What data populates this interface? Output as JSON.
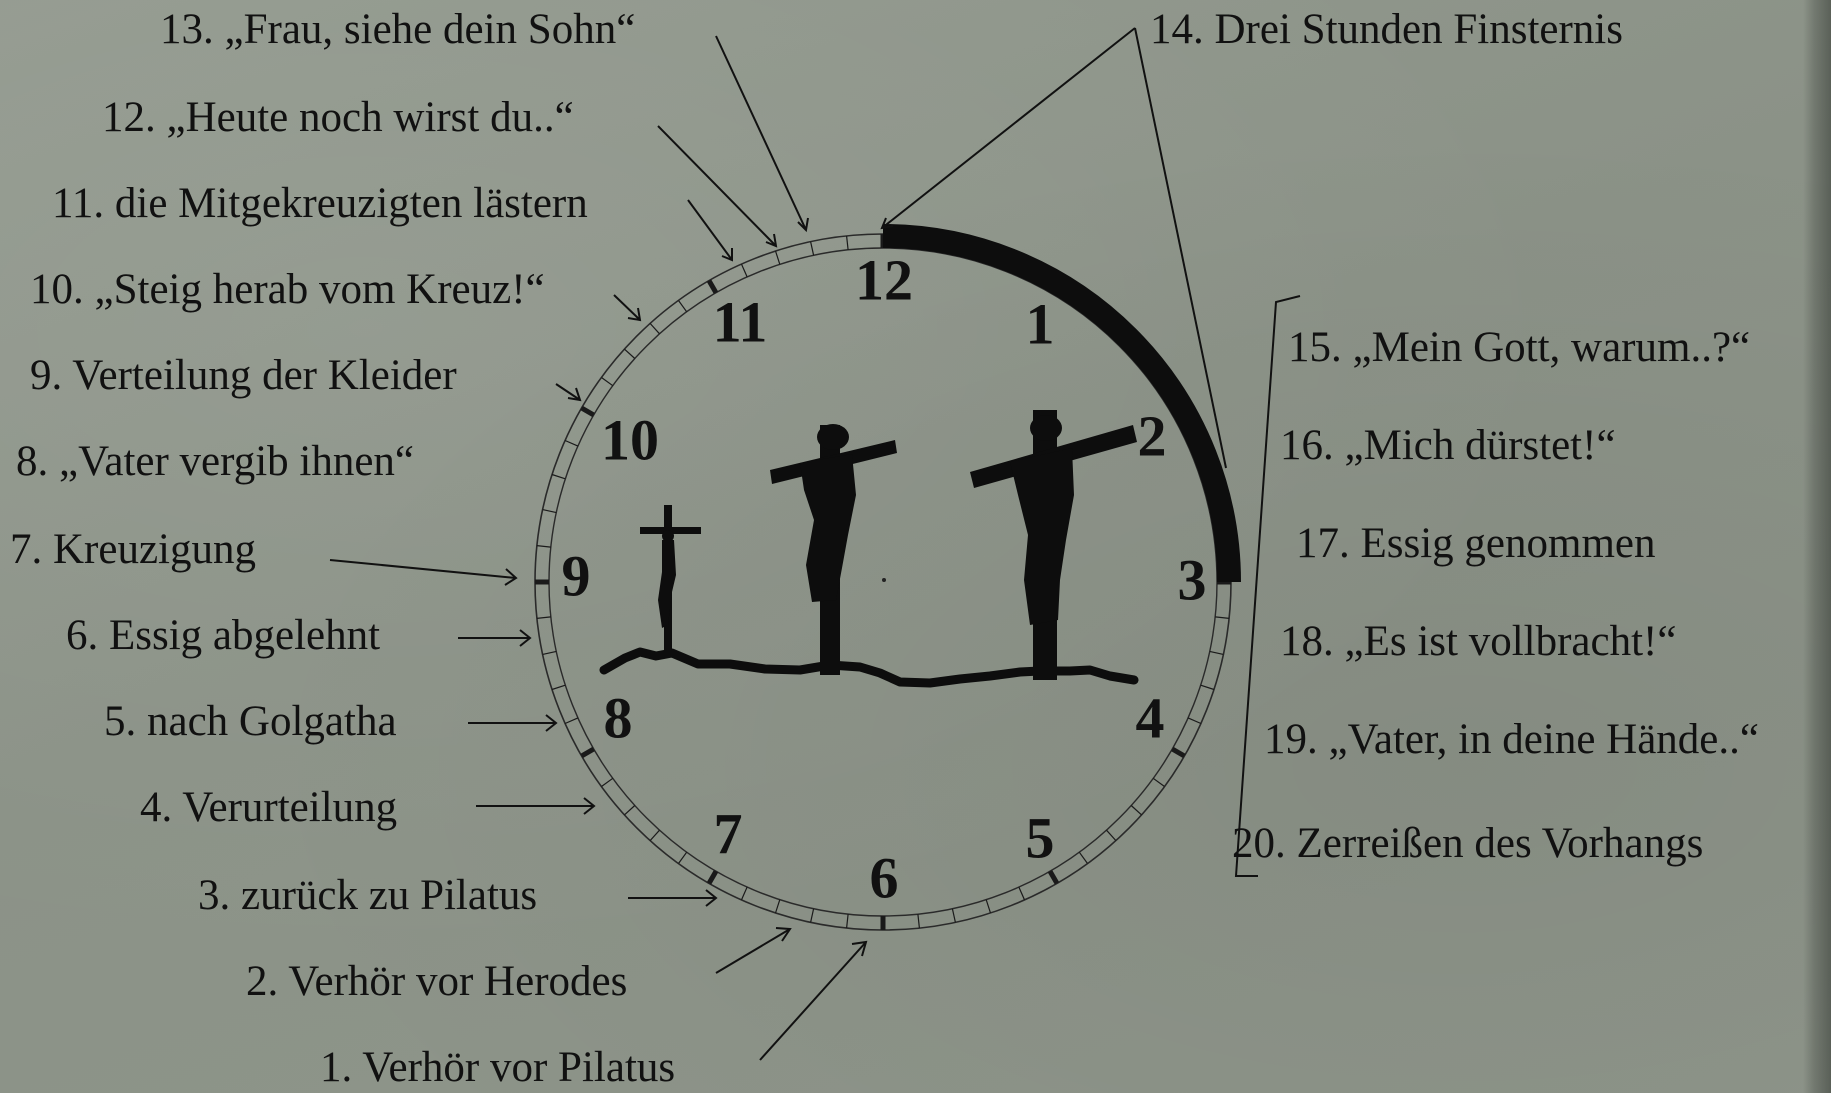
{
  "clock_numbers": [
    "1",
    "2",
    "3",
    "4",
    "5",
    "6",
    "7",
    "8",
    "9",
    "10",
    "11",
    "12"
  ],
  "events": [
    {
      "id": 1,
      "label": "1. Verhör vor Pilatus"
    },
    {
      "id": 2,
      "label": "2. Verhör vor Herodes"
    },
    {
      "id": 3,
      "label": "3. zurück zu Pilatus"
    },
    {
      "id": 4,
      "label": "4. Verurteilung"
    },
    {
      "id": 5,
      "label": "5. nach Golgatha"
    },
    {
      "id": 6,
      "label": "6. Essig abgelehnt"
    },
    {
      "id": 7,
      "label": "7. Kreuzigung"
    },
    {
      "id": 8,
      "label": "8. „Vater vergib ihnen“"
    },
    {
      "id": 9,
      "label": "9. Verteilung der Kleider"
    },
    {
      "id": 10,
      "label": "10. „Steig herab vom Kreuz!“"
    },
    {
      "id": 11,
      "label": "11. die Mitgekreuzigten lästern"
    },
    {
      "id": 12,
      "label": "12. „Heute noch wirst du..“"
    },
    {
      "id": 13,
      "label": "13. „Frau, siehe dein Sohn“"
    },
    {
      "id": 14,
      "label": "14. Drei Stunden Finsternis"
    },
    {
      "id": 15,
      "label": "15. „Mein Gott, warum..?“"
    },
    {
      "id": 16,
      "label": "16. „Mich dürstet!“"
    },
    {
      "id": 17,
      "label": "17. Essig genommen"
    },
    {
      "id": 18,
      "label": "18. „Es ist vollbracht!“"
    },
    {
      "id": 19,
      "label": "19. „Vater, in deine Hände..“"
    },
    {
      "id": 20,
      "label": "20. Zerreißen des Vorhangs"
    }
  ]
}
